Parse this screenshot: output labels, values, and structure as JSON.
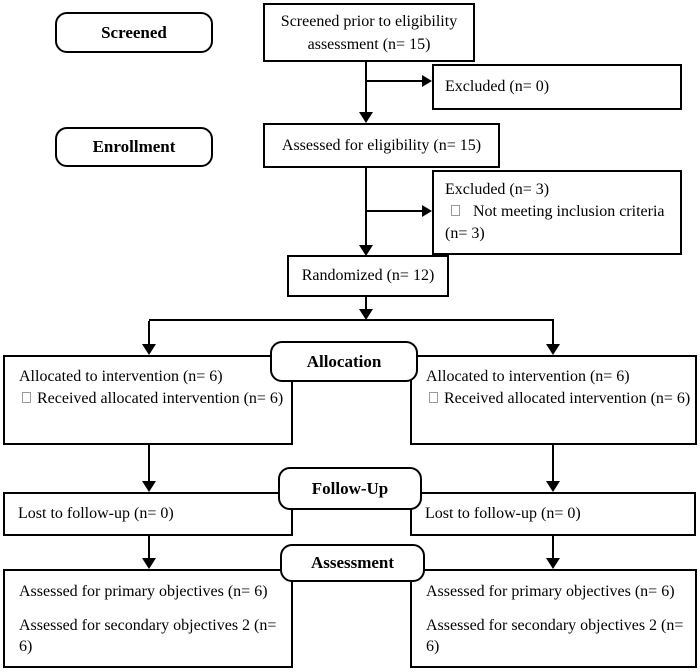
{
  "figure": {
    "type": "consort-flow-diagram",
    "background": "#ffffff",
    "line_color": "#000000"
  },
  "stage_labels": {
    "screened": "Screened",
    "enrollment": "Enrollment",
    "allocation": "Allocation",
    "follow_up": "Follow-Up",
    "assessment": "Assessment"
  },
  "flow": {
    "screened_prior": "Screened prior to eligibility assessment (n= 15)",
    "excluded_screening": "Excluded (n= 0)",
    "assessed_eligibility": "Assessed for eligibility (n= 15)",
    "excluded_enrollment_title": "Excluded (n= 3)",
    "excluded_enrollment_reason": "Not meeting inclusion criteria (n= 3)",
    "randomized": "Randomized (n= 12)"
  },
  "arms": {
    "left": {
      "allocated": "Allocated to intervention (n= 6)",
      "received": "Received allocated intervention (n= 6)",
      "lost_followup": "Lost to follow-up (n= 0)",
      "assessed_primary": "Assessed for primary objectives (n= 6)",
      "assessed_secondary": "Assessed for secondary objectives 2 (n= 6)"
    },
    "right": {
      "allocated": "Allocated to intervention (n= 6)",
      "received": "Received allocated intervention (n= 6)",
      "lost_followup": "Lost to follow-up (n= 0)",
      "assessed_primary": "Assessed for primary objectives (n= 6)",
      "assessed_secondary": "Assessed for secondary objectives 2 (n= 6)"
    }
  },
  "icons": {
    "reason_bullet": "empty-square"
  }
}
